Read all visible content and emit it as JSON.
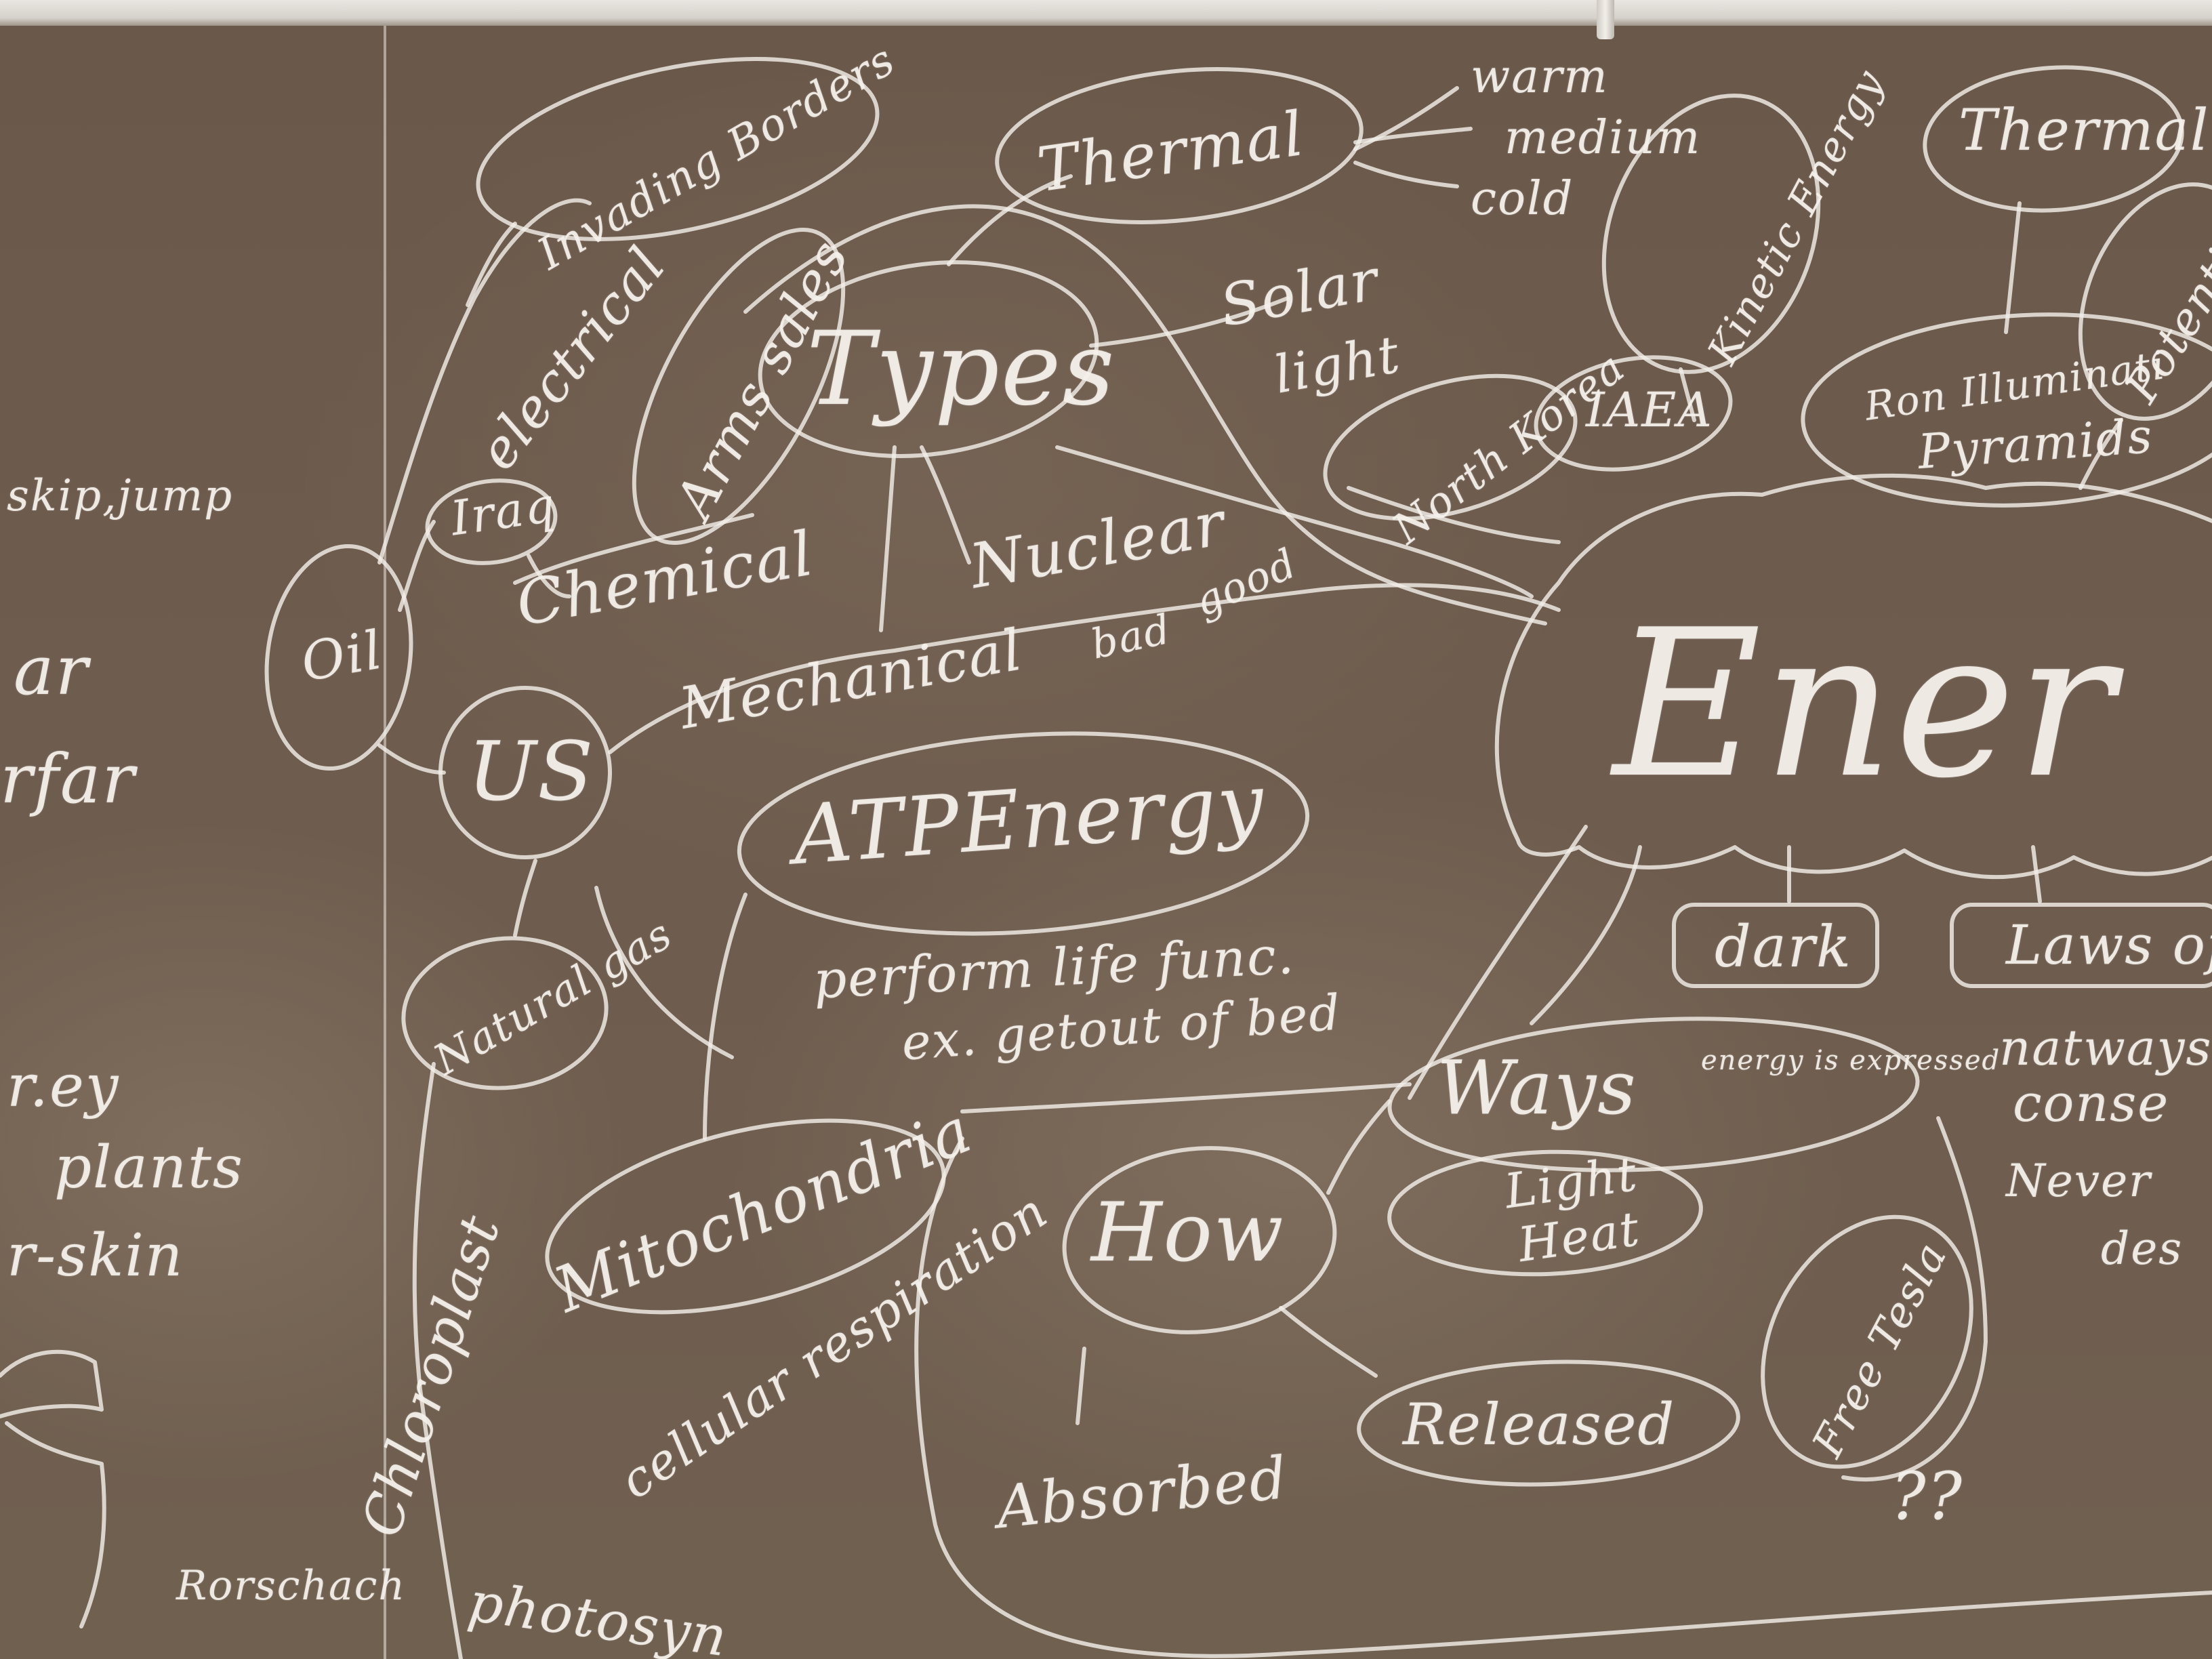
{
  "board": {
    "left_fragments": [
      "skip,jump",
      "ar",
      "rfar",
      "r.ey",
      "plants",
      "r-skin",
      "Rorschach"
    ],
    "types_hub": "Types",
    "types_branches": [
      "Thermal",
      "Solar",
      "light",
      "Chemical",
      "Nuclear",
      "bad",
      "good",
      "Mechanical"
    ],
    "thermal_levels": [
      "warm",
      "medium",
      "cold"
    ],
    "outer_topics": [
      "Invading Borders",
      "electrical",
      "Iraq",
      "Oil",
      "US",
      "Natural gas",
      "Arms sales",
      "North Korea",
      "IAEA"
    ],
    "atp": {
      "title": "ATPEnergy",
      "lines": [
        "perform life func.",
        "ex. getout of bed"
      ]
    },
    "cell_terms": [
      "Mitochondria",
      "cellular respiration",
      "Chloroplast",
      "photosyn"
    ],
    "how_group": {
      "title": "How",
      "options": [
        "Absorbed",
        "Released"
      ]
    },
    "energy_hub": "Ener",
    "right_side": [
      "Thermal",
      "Kinetic Energy",
      "Potential",
      "Ron Illuminati",
      "Pyramids",
      "dark",
      "Laws of",
      "natways",
      "conse",
      "Never",
      "des",
      "Free Tesla",
      "??"
    ],
    "ways_group": {
      "title": "Ways",
      "note": "energy is expressed",
      "options": [
        "Light",
        "Heat"
      ]
    },
    "chalk_color": "#f4f0ea",
    "board_color": "#6b5a4c"
  }
}
